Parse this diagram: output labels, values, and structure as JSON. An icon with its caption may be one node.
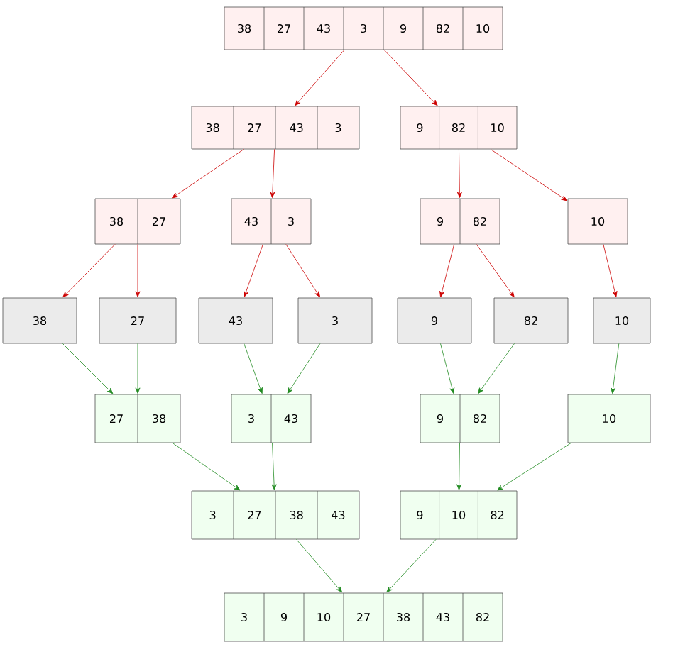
{
  "diagram": {
    "nodes": [
      {
        "text": [
          "38",
          "27",
          "43",
          "3",
          "9",
          "82",
          "10"
        ]
      },
      {
        "text": [
          "38",
          "27",
          "43",
          "3"
        ]
      },
      {
        "text": [
          "9",
          "82",
          "10"
        ]
      },
      {
        "text": [
          "38",
          "27"
        ]
      },
      {
        "text": [
          "43",
          "3"
        ]
      },
      {
        "text": [
          "9",
          "82"
        ]
      },
      {
        "text": [
          "10"
        ]
      },
      {
        "text": [
          "38"
        ]
      },
      {
        "text": [
          "27"
        ]
      },
      {
        "text": [
          "43"
        ]
      },
      {
        "text": [
          "3"
        ]
      },
      {
        "text": [
          "9"
        ]
      },
      {
        "text": [
          "82"
        ]
      },
      {
        "text": [
          "10"
        ]
      },
      {
        "text": [
          "27",
          "38"
        ]
      },
      {
        "text": [
          "3",
          "43"
        ]
      },
      {
        "text": [
          "9",
          "82"
        ]
      },
      {
        "text": [
          "10"
        ]
      },
      {
        "text": [
          "3",
          "27",
          "38",
          "43"
        ]
      },
      {
        "text": [
          "9",
          "10",
          "82"
        ]
      },
      {
        "text": [
          "3",
          "9",
          "10",
          "27",
          "38",
          "43",
          "82"
        ]
      }
    ],
    "edges": [
      {
        "from": 0,
        "to": 1,
        "arrow": "to",
        "color": "#cc0000"
      },
      {
        "from": 0,
        "to": 2,
        "arrow": "to",
        "color": "#cc0000"
      },
      {
        "from": 1,
        "to": 3,
        "arrow": "to",
        "color": "#cc0000"
      },
      {
        "from": 1,
        "to": 4,
        "arrow": "to",
        "color": "#cc0000"
      },
      {
        "from": 2,
        "to": 5,
        "arrow": "to",
        "color": "#cc0000"
      },
      {
        "from": 2,
        "to": 6,
        "arrow": "to",
        "color": "#cc0000"
      },
      {
        "from": 3,
        "to": 7,
        "arrow": "to",
        "color": "#cc0000"
      },
      {
        "from": 3,
        "to": 8,
        "arrow": "to",
        "color": "#cc0000"
      },
      {
        "from": 4,
        "to": 9,
        "arrow": "to",
        "color": "#cc0000"
      },
      {
        "from": 4,
        "to": 10,
        "arrow": "to",
        "color": "#cc0000"
      },
      {
        "from": 5,
        "to": 11,
        "arrow": "to",
        "color": "#cc0000"
      },
      {
        "from": 5,
        "to": 12,
        "arrow": "to",
        "color": "#cc0000"
      },
      {
        "from": 6,
        "to": 13,
        "arrow": "to",
        "color": "#cc0000"
      },
      {
        "from": 7,
        "to": 14,
        "arrow": "to",
        "color": "#228b22"
      },
      {
        "from": 8,
        "to": 14,
        "arrow": "to",
        "color": "#228b22"
      },
      {
        "from": 9,
        "to": 15,
        "arrow": "to",
        "color": "#228b22"
      },
      {
        "from": 10,
        "to": 15,
        "arrow": "to",
        "color": "#228b22"
      },
      {
        "from": 11,
        "to": 16,
        "arrow": "to",
        "color": "#228b22"
      },
      {
        "from": 12,
        "to": 16,
        "arrow": "to",
        "color": "#228b22"
      },
      {
        "from": 13,
        "to": 17,
        "arrow": "to",
        "color": "#228b22"
      },
      {
        "from": 14,
        "to": 18,
        "arrow": "to",
        "color": "#228b22"
      },
      {
        "from": 15,
        "to": 18,
        "arrow": "to",
        "color": "#228b22"
      },
      {
        "from": 16,
        "to": 19,
        "arrow": "to",
        "color": "#228b22"
      },
      {
        "from": 17,
        "to": 19,
        "arrow": "to",
        "color": "#228b22"
      },
      {
        "from": 18,
        "to": 20,
        "arrow": "to",
        "color": "#228b22"
      },
      {
        "from": 19,
        "to": 20,
        "arrow": "to",
        "color": "#228b22"
      }
    ]
  }
}
